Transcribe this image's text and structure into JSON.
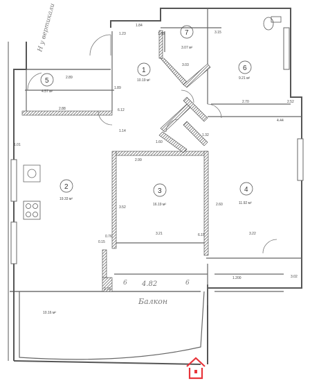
{
  "rooms": [
    {
      "id": "1",
      "area": "10.19 м²"
    },
    {
      "id": "2",
      "area": "19.33 м²"
    },
    {
      "id": "3",
      "area": "16.19 м²"
    },
    {
      "id": "4",
      "area": "11.92 м²"
    },
    {
      "id": "5",
      "area": "4.57 м²"
    },
    {
      "id": "6",
      "area": "9.21 м²"
    },
    {
      "id": "7",
      "area": "3.07 м²"
    }
  ],
  "balcony_area": "10.16 м²",
  "dimensions": {
    "d1": "1.84",
    "d2": "1.23",
    "d3": "1.98",
    "d4": "3.15",
    "d5": "2.89",
    "d6": "2.70",
    "d7": "2.52",
    "d8": "4.44",
    "d9": "3.21",
    "d10": "3.22",
    "d11": "3.52",
    "d12": "2.88",
    "d13": "2.99",
    "d14": "1.89",
    "d15": "3.03",
    "d16": "1.32",
    "d17": "1.60",
    "d18": "0.76",
    "d19": "2.60",
    "d20": "1.14",
    "d21": "3.02",
    "d22": "0.15",
    "d23": "1.01",
    "d24": "1.200",
    "d25": "6.12",
    "d26": "2.79",
    "d27": "6.15"
  },
  "handwriting": {
    "top": "Н у вертикали",
    "balcony_caption": "Балкон",
    "axis": "4.82",
    "axis_left": "6",
    "axis_right": "6"
  },
  "colors": {
    "wall": "#555555",
    "hatch": "#666666",
    "line": "#888888",
    "logo": "#e8343a"
  }
}
